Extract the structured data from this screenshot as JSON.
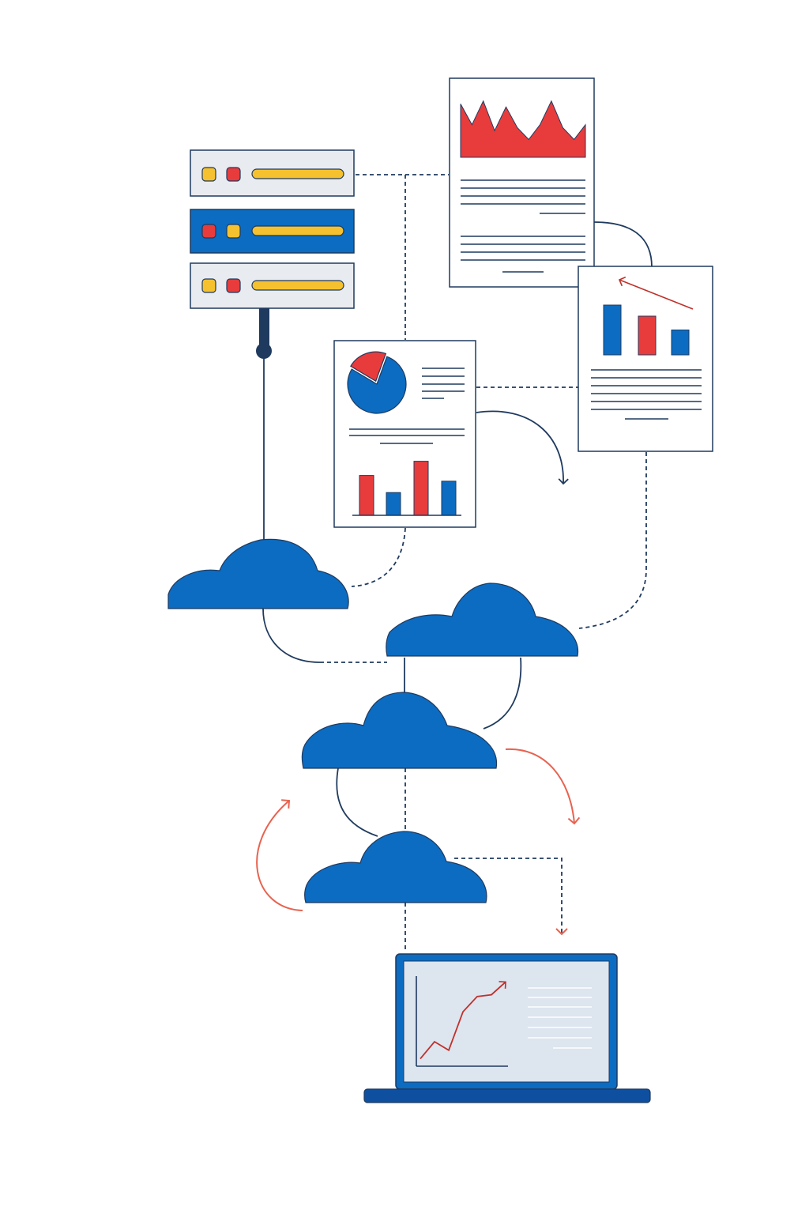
{
  "diagram": {
    "description_visible_text": "",
    "palette": {
      "blue": "#0b6cc2",
      "navy": "#1f3a5f",
      "red": "#e83c3c",
      "yellow": "#f5c12e",
      "panel_grey": "#e8ebf0",
      "screen_bg": "#dde5ef",
      "laptop_base": "#0f4fa0",
      "orange_arrow": "#e8624f"
    },
    "server": {
      "units": 3,
      "indicator_colors": [
        [
          "yellow",
          "red"
        ],
        [
          "red",
          "yellow"
        ],
        [
          "yellow",
          "red"
        ]
      ],
      "highlighted_unit": 2
    },
    "report_area_chart": {
      "peaks": [
        0.9,
        0.55,
        0.95,
        0.45,
        0.85,
        0.5,
        0.3,
        0.55,
        0.95,
        0.5,
        0.3,
        0.55
      ]
    },
    "report_pie": {
      "slices": [
        0.78,
        0.22
      ],
      "colors": [
        "blue",
        "red"
      ]
    },
    "report_bars_small": {
      "values": [
        0.7,
        0.4,
        0.95,
        0.6
      ],
      "colors": [
        "red",
        "blue",
        "red",
        "blue"
      ]
    },
    "report_bars_trend": {
      "values": [
        0.9,
        0.7,
        0.45
      ],
      "colors": [
        "blue",
        "red",
        "blue"
      ],
      "trend": "down"
    },
    "clouds": {
      "count": 4
    },
    "laptop_chart": {
      "trend": "up",
      "points": [
        0.05,
        0.25,
        0.15,
        0.6,
        0.78,
        0.8,
        0.95
      ]
    }
  }
}
